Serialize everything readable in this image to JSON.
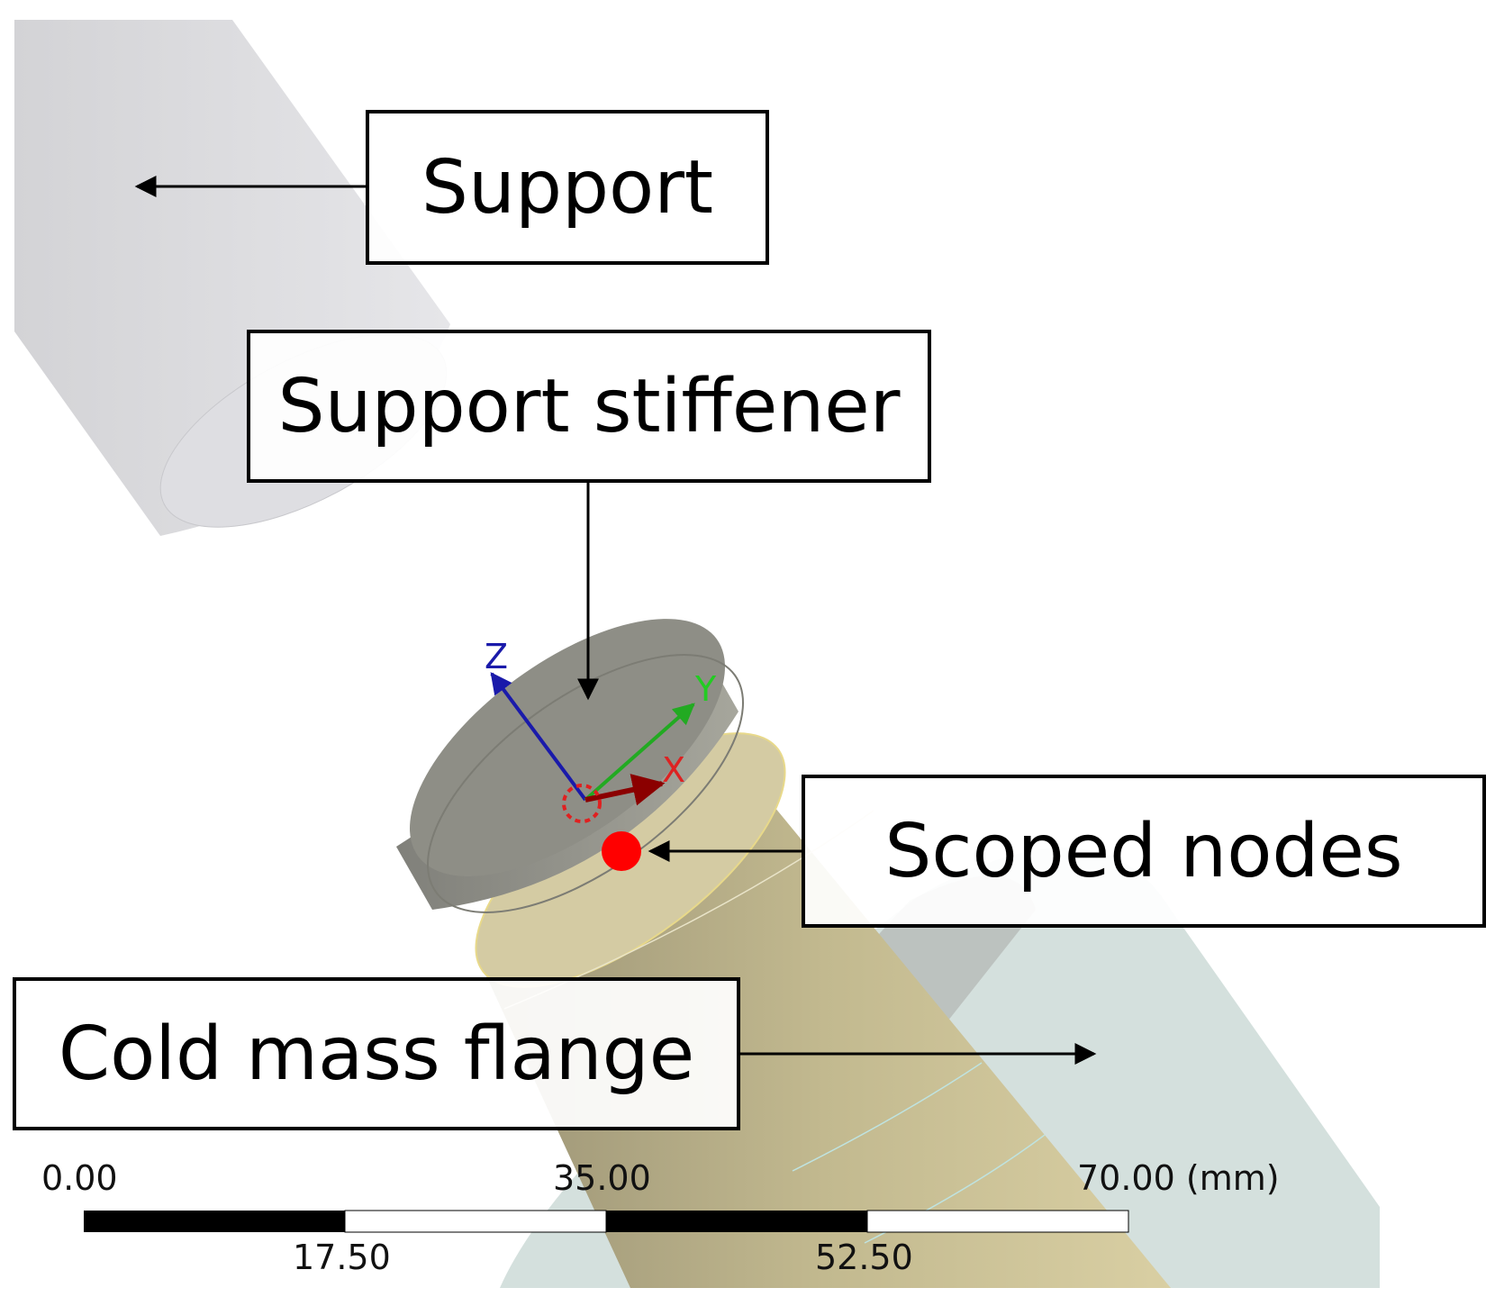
{
  "labels": {
    "support": "Support",
    "stiffener": "Support stiffener",
    "scoped": "Scoped nodes",
    "flange": "Cold mass flange"
  },
  "triad": {
    "x": "X",
    "y": "Y",
    "z": "Z"
  },
  "scale": {
    "top_left": "0.00",
    "top_mid": "35.00",
    "top_right": "70.00 (mm)",
    "bottom_left": "17.50",
    "bottom_right": "52.50"
  },
  "colors": {
    "support": "#dcdce0",
    "stiffener": "#8a8a84",
    "flange": "#c9bf96",
    "right_body": "#c9d9d4",
    "scoped_node": "#ff0000",
    "axis_x": "#8b0000",
    "axis_y": "#22aa22",
    "axis_z": "#1a1aaa"
  }
}
